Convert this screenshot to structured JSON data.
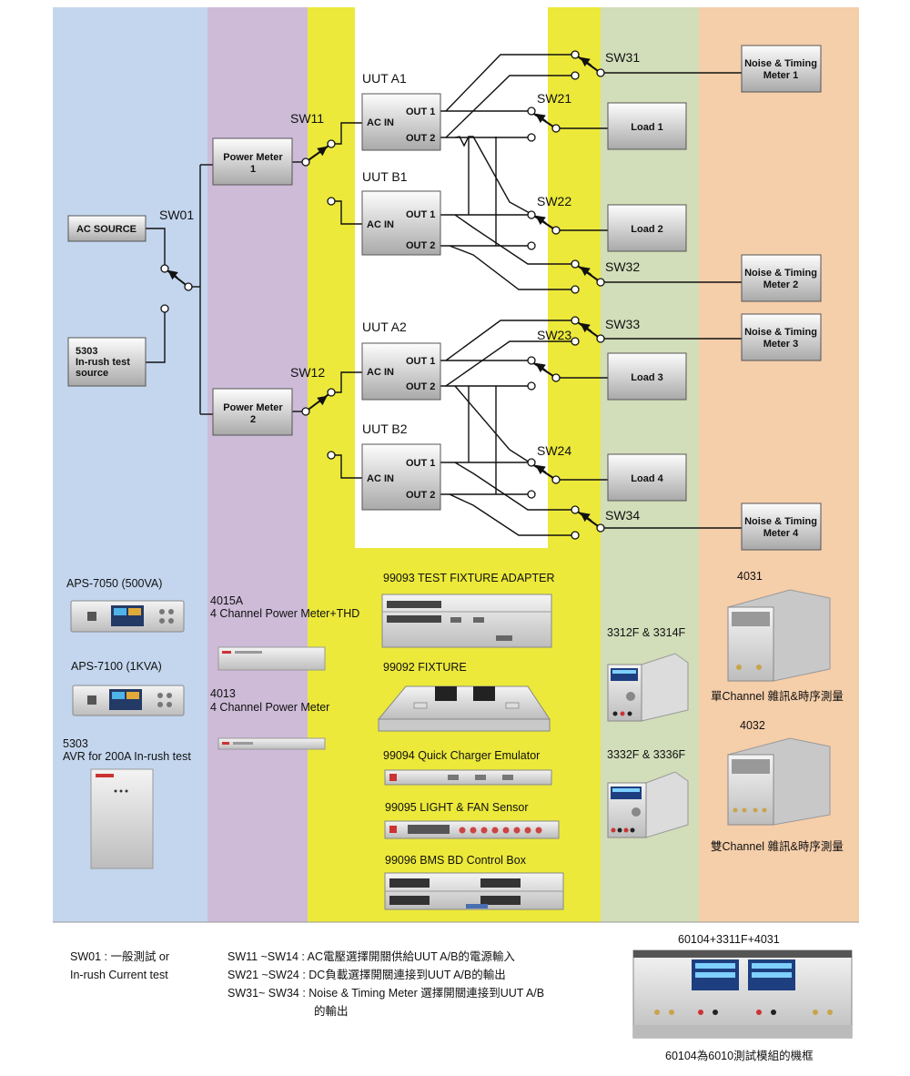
{
  "switches": {
    "sw01": "SW01",
    "sw11": "SW11",
    "sw12": "SW12",
    "sw21": "SW21",
    "sw22": "SW22",
    "sw23": "SW23",
    "sw24": "SW24",
    "sw31": "SW31",
    "sw32": "SW32",
    "sw33": "SW33",
    "sw34": "SW34"
  },
  "sources": {
    "ac_source": "AC SOURCE",
    "inrush_source": [
      "5303",
      "In-rush test",
      "source"
    ]
  },
  "power_meters": {
    "pm1": [
      "Power Meter",
      "1"
    ],
    "pm2": [
      "Power Meter",
      "2"
    ]
  },
  "uuts": {
    "a1": "UUT A1",
    "b1": "UUT B1",
    "a2": "UUT A2",
    "b2": "UUT B2",
    "ac_in": "AC IN",
    "out1": "OUT 1",
    "out2": "OUT 2"
  },
  "loads": [
    "Load 1",
    "Load 2",
    "Load 3",
    "Load 4"
  ],
  "meters": {
    "m1": [
      "Noise & Timing",
      "Meter 1"
    ],
    "m2": [
      "Noise & Timing",
      "Meter 2"
    ],
    "m3": [
      "Noise & Timing",
      "Meter 3"
    ],
    "m4": [
      "Noise & Timing",
      "Meter 4"
    ]
  },
  "products": {
    "aps7050": "APS-7050 (500VA)",
    "aps7100": "APS-7100 (1KVA)",
    "p5303": [
      "5303",
      "AVR for 200A In-rush test"
    ],
    "p4015a": [
      "4015A",
      "4 Channel Power Meter+THD"
    ],
    "p4013": [
      "4013",
      "4 Channel Power Meter"
    ],
    "p99093": "99093 TEST FIXTURE ADAPTER",
    "p99092": "99092 FIXTURE",
    "p99094": "99094 Quick Charger Emulator",
    "p99095": "99095 LIGHT & FAN Sensor",
    "p99096": "99096 BMS BD Control Box",
    "p3312f": "3312F & 3314F",
    "p3332f": "3332F & 3336F",
    "p4031": "4031",
    "p4031_desc": "單Channel 雜訊&時序測量",
    "p4032": "4032",
    "p4032_desc": "雙Channel 雜訊&時序測量",
    "p60104": "60104+3311F+4031",
    "p60104_desc": "60104為6010測試模組的機框"
  },
  "notes": {
    "sw01_l1": "SW01 : 一般測試 or",
    "sw01_l2": "In-rush Current test",
    "sw11_line": "SW11 ~SW14 : AC電壓選擇開關供給UUT A/B的電源輸入",
    "sw21_line": "SW21 ~SW24 : DC負載選擇開關連接到UUT A/B的輸出",
    "sw31_line": "SW31~ SW34 : Noise & Timing Meter 選擇開關連接到UUT A/B",
    "sw31_line2": "的輸出"
  },
  "colors": {
    "blue": "#c4d6ee",
    "purple": "#cdbbd8",
    "yellow": "#ece93b",
    "green": "#d2ddb9",
    "orange": "#f5ceaa"
  }
}
